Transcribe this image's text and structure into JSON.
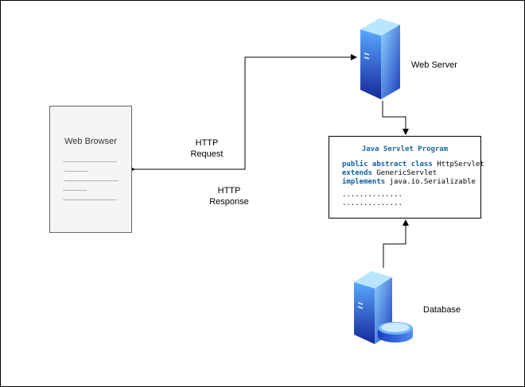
{
  "browser": {
    "title": "Web Browser",
    "lines": [
      "...........................",
      "............",
      "...........................",
      "............",
      "..........................."
    ]
  },
  "server": {
    "label": "Web Server",
    "icon": "server-icon"
  },
  "database": {
    "label": "Database",
    "icon": "database-server-icon"
  },
  "http": {
    "request": "HTTP\nRequest",
    "response": "HTTP\nResponse"
  },
  "code": {
    "title": "Java Servlet Program",
    "line1_kw": "public abstract class",
    "line1_rest": " HttpServlet",
    "line2_kw": "extends",
    "line2_rest": " GenericServlet",
    "line3_kw": "implements",
    "line3_rest": " java.io.Serializable",
    "dots1": "..............",
    "dots2": ".............."
  },
  "colors": {
    "server_light": "#7ec8ff",
    "server_dark": "#1a3fbf",
    "accent": "#1a6aa3"
  }
}
